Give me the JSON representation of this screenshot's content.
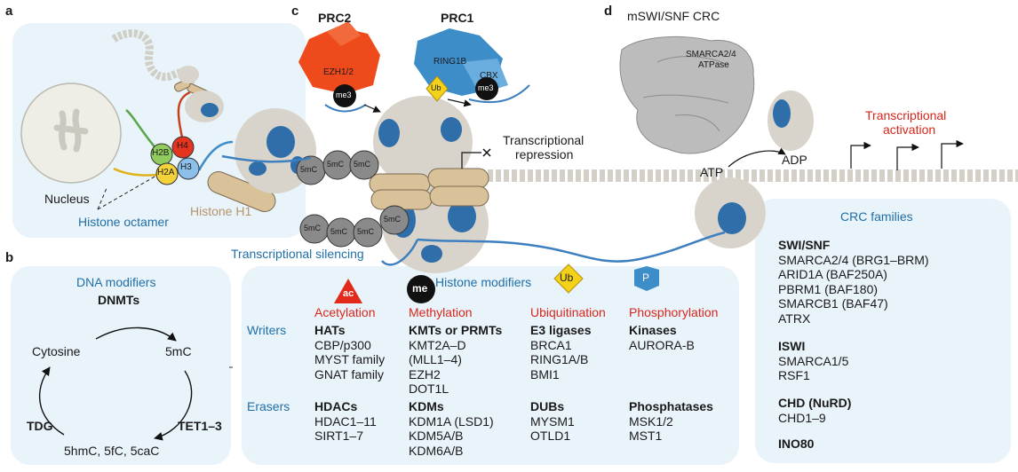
{
  "panels": {
    "a": "a",
    "b": "b",
    "c": "c",
    "d": "d"
  },
  "panel_a": {
    "nucleus": "Nucleus",
    "histone_octamer": "Histone octamer",
    "histone_h1": "Histone H1",
    "histones": [
      "H2B",
      "H4",
      "H2A",
      "H3"
    ]
  },
  "panel_c": {
    "prc2": "PRC2",
    "prc1": "PRC1",
    "ezh": "EZH1/2",
    "ring1b": "RING1B",
    "cbx": "CBX",
    "me3": "me3",
    "ub": "Ub",
    "repression": [
      "Transcriptional",
      "repression"
    ],
    "silencing": "Transcriptional silencing",
    "fivemc": "5mC"
  },
  "panel_b": {
    "title": "DNA modifiers",
    "dnmts": "DNMTs",
    "cytosine": "Cytosine",
    "fivemc": "5mC",
    "tet": "TET1–3",
    "tdg": "TDG",
    "oxidized": "5hmC, 5fC, 5caC"
  },
  "histone_modifiers": {
    "title": "Histone modifiers",
    "badges": {
      "ac": "ac",
      "me": "me",
      "ub": "Ub",
      "p": "P"
    },
    "rows": {
      "writers": "Writers",
      "erasers": "Erasers"
    },
    "columns": [
      {
        "header": "Acetylation",
        "writers": [
          "HATs",
          "CBP/p300",
          "MYST family",
          "GNAT family"
        ],
        "erasers": [
          "HDACs",
          "HDAC1–11",
          "SIRT1–7"
        ]
      },
      {
        "header": "Methylation",
        "writers": [
          "KMTs or PRMTs",
          "KMT2A–D",
          "(MLL1–4)",
          "EZH2",
          "DOT1L"
        ],
        "erasers": [
          "KDMs",
          "KDM1A (LSD1)",
          "KDM5A/B",
          "KDM6A/B"
        ]
      },
      {
        "header": "Ubiquitination",
        "writers": [
          "E3 ligases",
          "BRCA1",
          "RING1A/B",
          "BMI1"
        ],
        "erasers": [
          "DUBs",
          "MYSM1",
          "OTLD1"
        ]
      },
      {
        "header": "Phosphorylation",
        "writers": [
          "Kinases",
          "AURORA-B"
        ],
        "erasers": [
          "Phosphatases",
          "MSK1/2",
          "MST1"
        ]
      }
    ]
  },
  "panel_d": {
    "title": "mSWI/SNF CRC",
    "smarca": [
      "SMARCA2/4",
      "ATPase"
    ],
    "atp": "ATP",
    "adp": "ADP",
    "activation": [
      "Transcriptional",
      "activation"
    ]
  },
  "crc_families": {
    "title": "CRC families",
    "groups": [
      {
        "name": "SWI/SNF",
        "items": [
          "SMARCA2/4 (BRG1–BRM)",
          "ARID1A (BAF250A)",
          "PBRM1 (BAF180)",
          "SMARCB1 (BAF47)",
          "ATRX"
        ]
      },
      {
        "name": "ISWI",
        "items": [
          "SMARCA1/5",
          "RSF1"
        ]
      },
      {
        "name": "CHD (NuRD)",
        "items": [
          "CHD1–9"
        ]
      },
      {
        "name": "INO80",
        "items": []
      }
    ]
  },
  "colors": {
    "panel_bg": "#e9f3fa",
    "blue_text": "#1f6fa8",
    "red_text": "#d9261c",
    "prc2": "#ee4a1c",
    "prc1": "#3d8dc8",
    "nucleosome_blue": "#2f6ea8",
    "nucleosome_grey": "#d8d4cc",
    "histone_tan": "#d9c29a",
    "ub_yellow": "#f4d21a",
    "p_blue": "#3d8dc8"
  }
}
